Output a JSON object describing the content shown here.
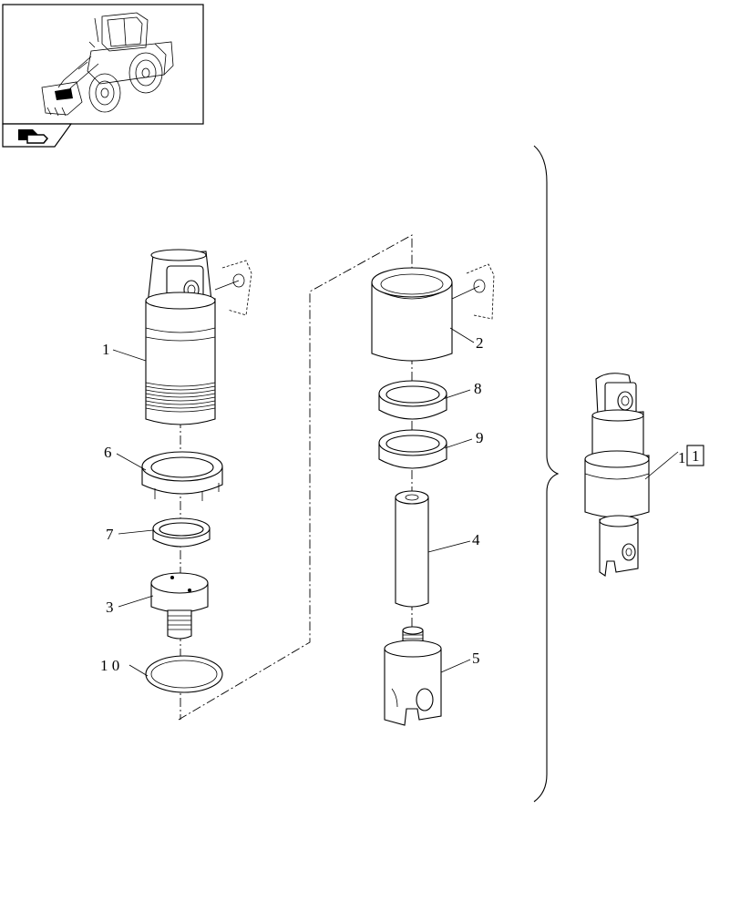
{
  "callouts": {
    "c1": "1",
    "c2": "2",
    "c3": "3",
    "c4": "4",
    "c5": "5",
    "c6": "6",
    "c7": "7",
    "c8": "8",
    "c9": "9",
    "c10": "1 0",
    "assembly_ref": "1",
    "assembly_box": "1"
  },
  "icons": {
    "thumbnail": "wheel-loader-thumbnail-icon",
    "nav": "forward-navigation-icon"
  }
}
